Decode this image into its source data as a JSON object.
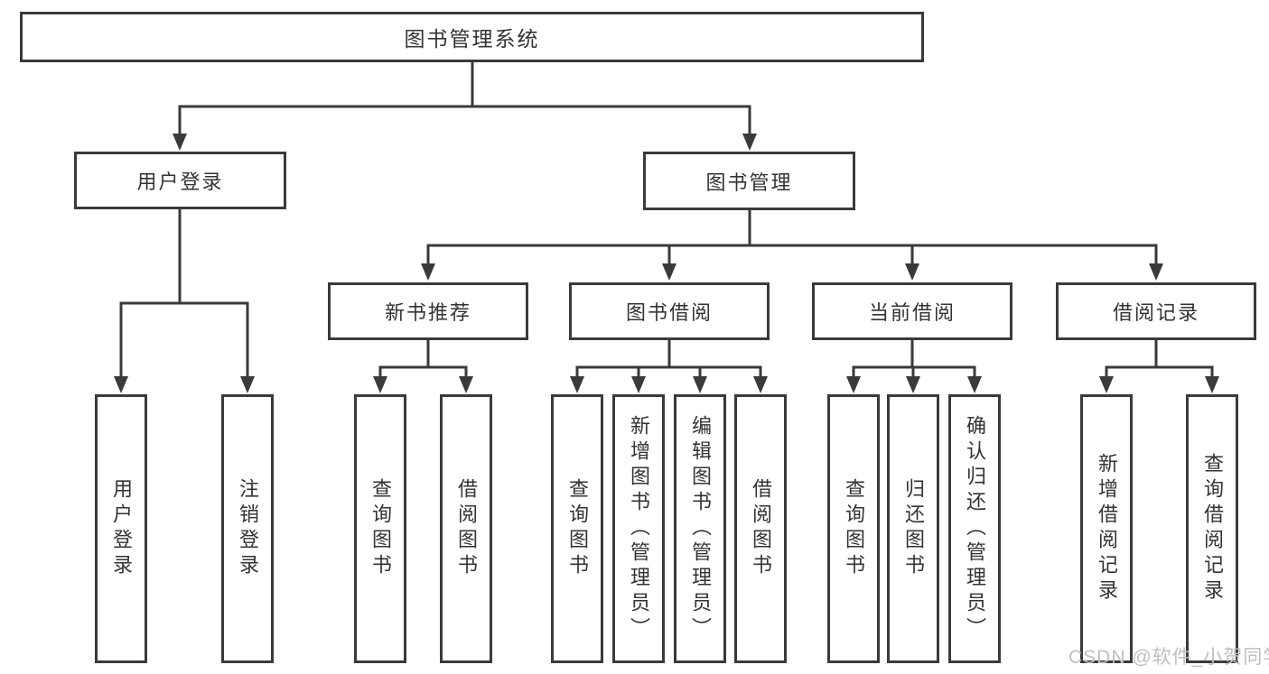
{
  "tree": {
    "label": "图书管理系统",
    "children": [
      {
        "label": "用户登录",
        "children": [
          {
            "label": "用户登录"
          },
          {
            "label": "注销登录"
          }
        ]
      },
      {
        "label": "图书管理",
        "children": [
          {
            "label": "新书推荐",
            "children": [
              {
                "label": "查询图书"
              },
              {
                "label": "借阅图书"
              }
            ]
          },
          {
            "label": "图书借阅",
            "children": [
              {
                "label": "查询图书"
              },
              {
                "label": "新增图书（管理员）"
              },
              {
                "label": "编辑图书（管理员）"
              },
              {
                "label": "借阅图书"
              }
            ]
          },
          {
            "label": "当前借阅",
            "children": [
              {
                "label": "查询图书"
              },
              {
                "label": "归还图书"
              },
              {
                "label": "确认归还（管理员）"
              }
            ]
          },
          {
            "label": "借阅记录",
            "children": [
              {
                "label": "新增借阅记录"
              },
              {
                "label": "查询借阅记录"
              }
            ]
          }
        ]
      }
    ]
  },
  "watermark": "CSDN @软件_小贺同学",
  "colors": {
    "line": "#3a3a3a",
    "text": "#333333",
    "watermark": "#bfbfbf",
    "background": "#ffffff"
  }
}
